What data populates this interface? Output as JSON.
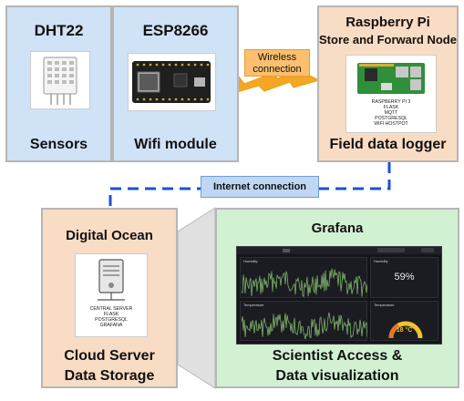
{
  "nodes": {
    "dht22": {
      "title": "DHT22",
      "label": "Sensors"
    },
    "esp8266": {
      "title": "ESP8266",
      "label": "Wifi module"
    },
    "raspberry": {
      "title": "Raspberry Pi",
      "subtitle": "Store and Forward Node",
      "label": "Field data logger",
      "stack": [
        "RASPBERRY PI 3",
        "FLASK",
        "MQTT",
        "POSTGRESQL",
        "WIFI HOSTPOT"
      ]
    },
    "digital_ocean": {
      "title": "Digital Ocean",
      "label_line1": "Cloud Server",
      "label_line2": "Data Storage",
      "stack": [
        "CENTRAL SERVER",
        "FLASK",
        "POSTGRESQL",
        "GRAFANA"
      ]
    },
    "grafana": {
      "title": "Grafana",
      "label_line1": "Scientist Access &",
      "label_line2": "Data visualization",
      "dashboard": {
        "panels": {
          "humidity_graph": "Humidity",
          "humidity_stat": "Humidity",
          "temperature_graph": "Temperature",
          "temperature_gauge": "Temperature"
        },
        "humidity_value": "59%",
        "temperature_value": "18 °C"
      }
    }
  },
  "connections": {
    "wireless_line1": "Wireless",
    "wireless_line2": "connection",
    "internet": "Internet connection"
  },
  "colors": {
    "sensor_box": "#cfe2f6",
    "logger_box": "#f9dcc4",
    "grafana_box": "#d2f1d3",
    "wire": "#1d4fd8",
    "wireless_bolt": "#f5a623",
    "internet_pill": "#bfd7f3"
  }
}
